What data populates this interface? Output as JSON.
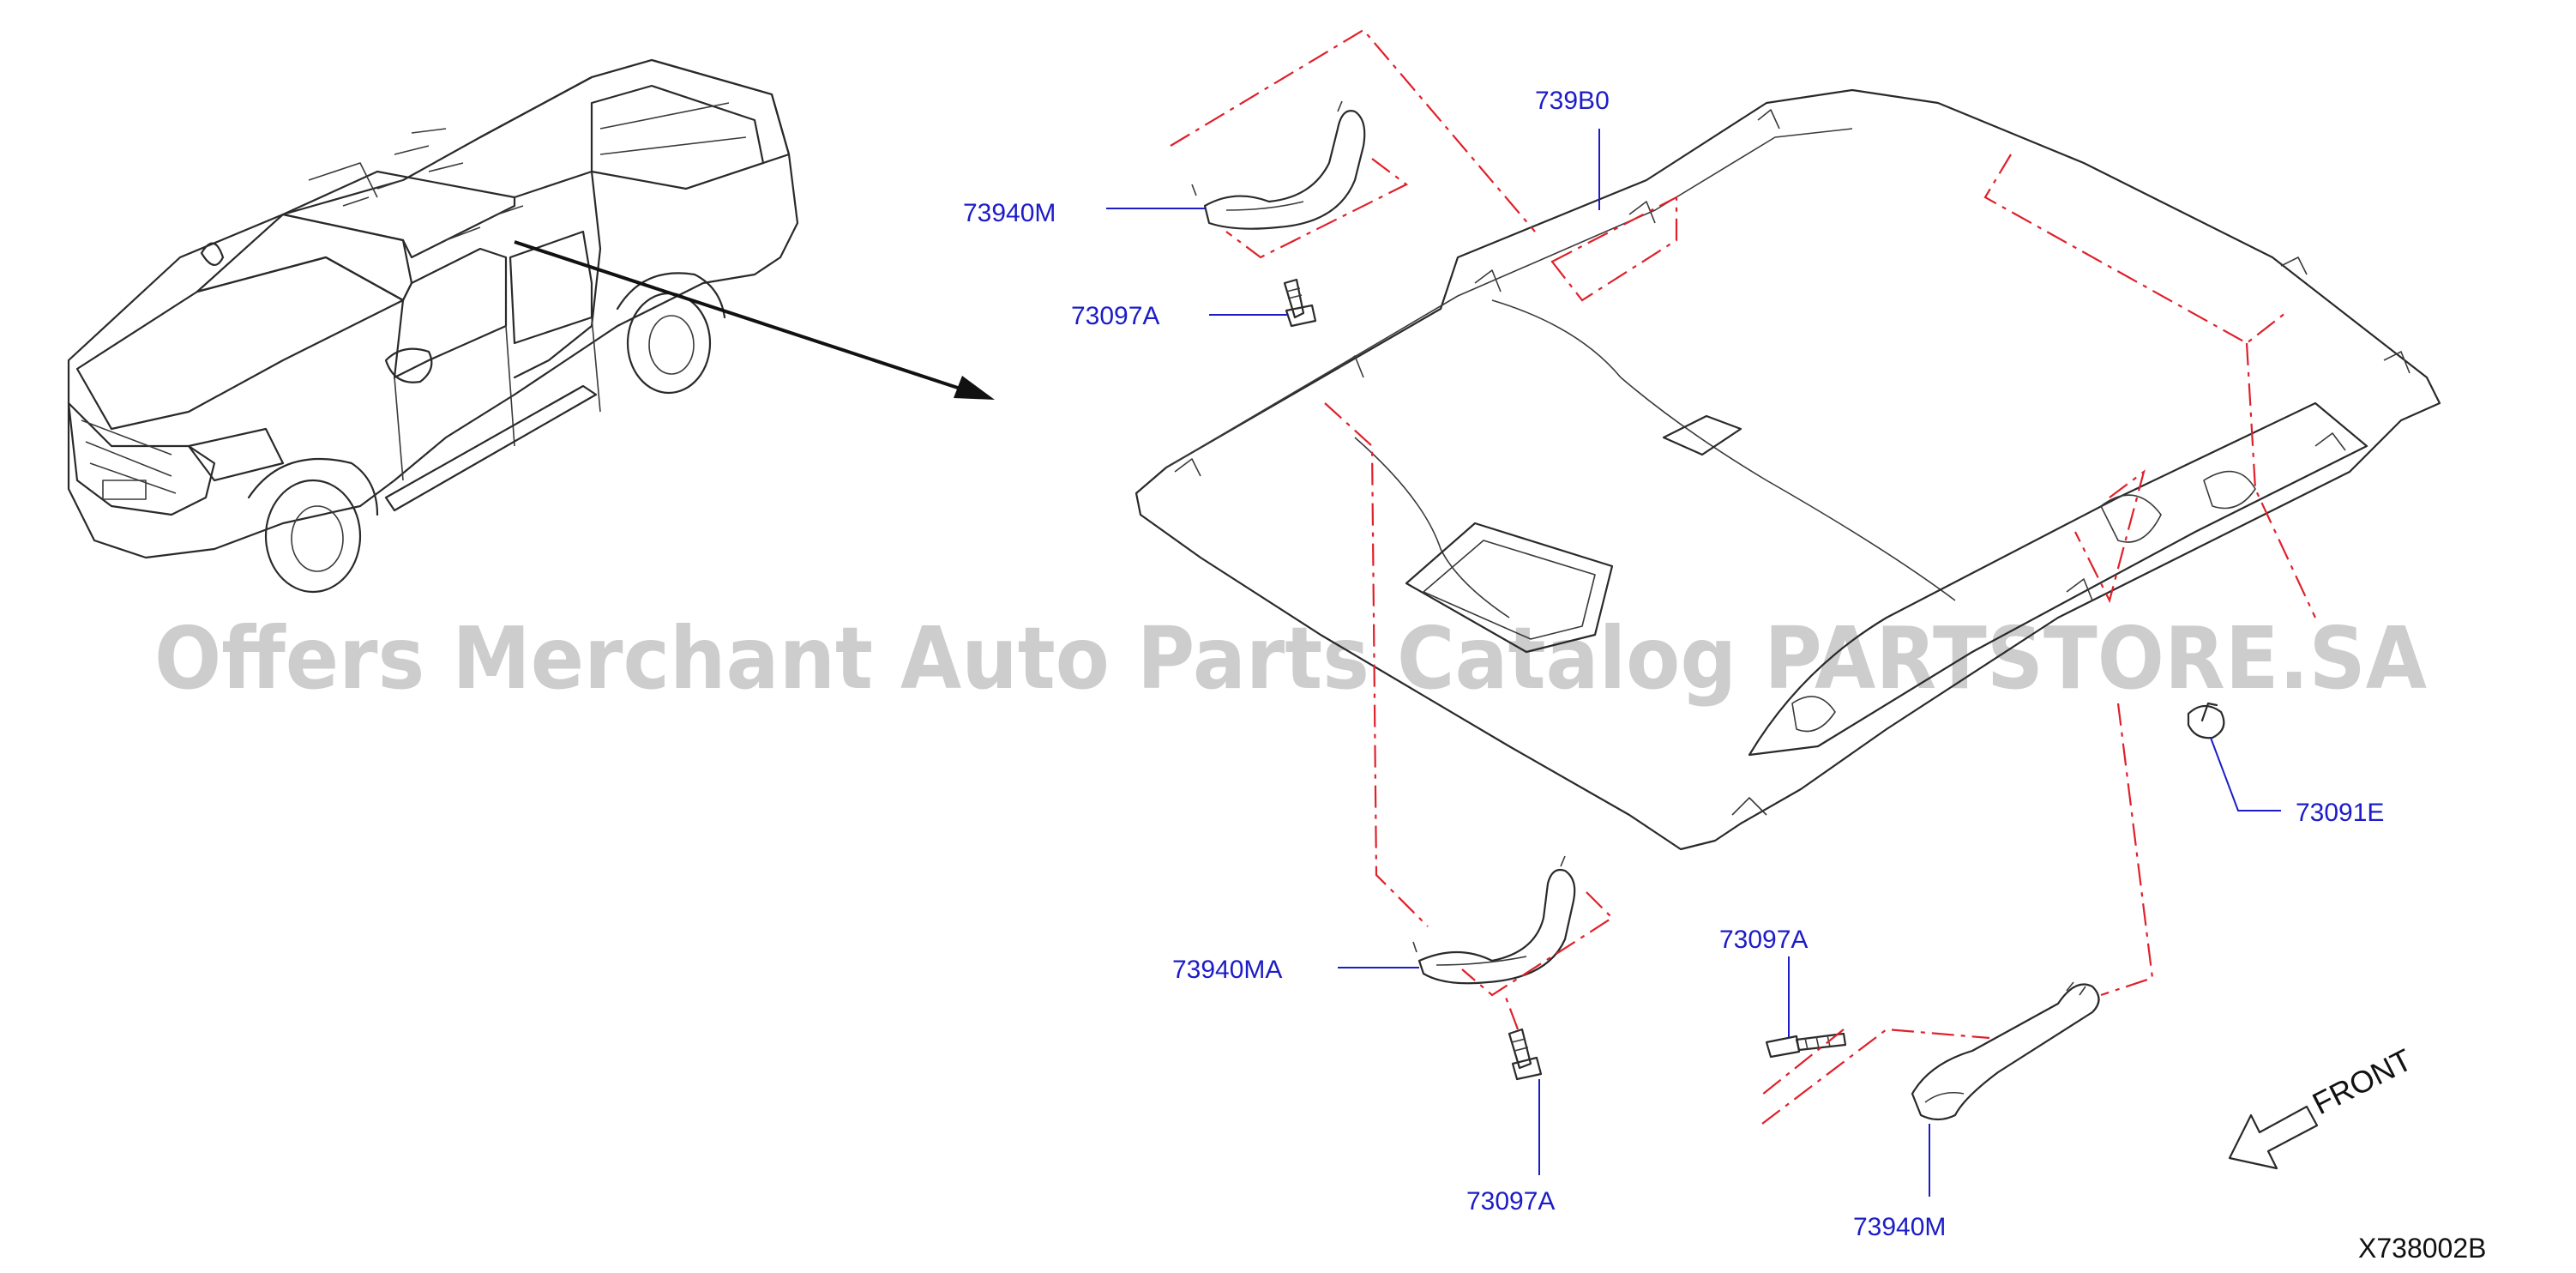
{
  "colors": {
    "label": "#1c1cc8",
    "leader": "#1c1cc8",
    "dashed_guide": "#e0202a",
    "line_art": "#2a2a2a",
    "watermark": "#c8c8c8"
  },
  "watermark": "Offers Merchant Auto Parts Catalog PARTSTORE.SA",
  "diagram_id": "X738002B",
  "front_indicator": "FRONT",
  "parts": {
    "headlining": "739B0",
    "assist_grip_upper": "73940M",
    "screw_upper": "73097A",
    "clip": "73091E",
    "assist_grip_left": "73940MA",
    "screw_lower_left": "73097A",
    "screw_lower_right": "73097A",
    "assist_grip_lower_right": "73940M"
  }
}
